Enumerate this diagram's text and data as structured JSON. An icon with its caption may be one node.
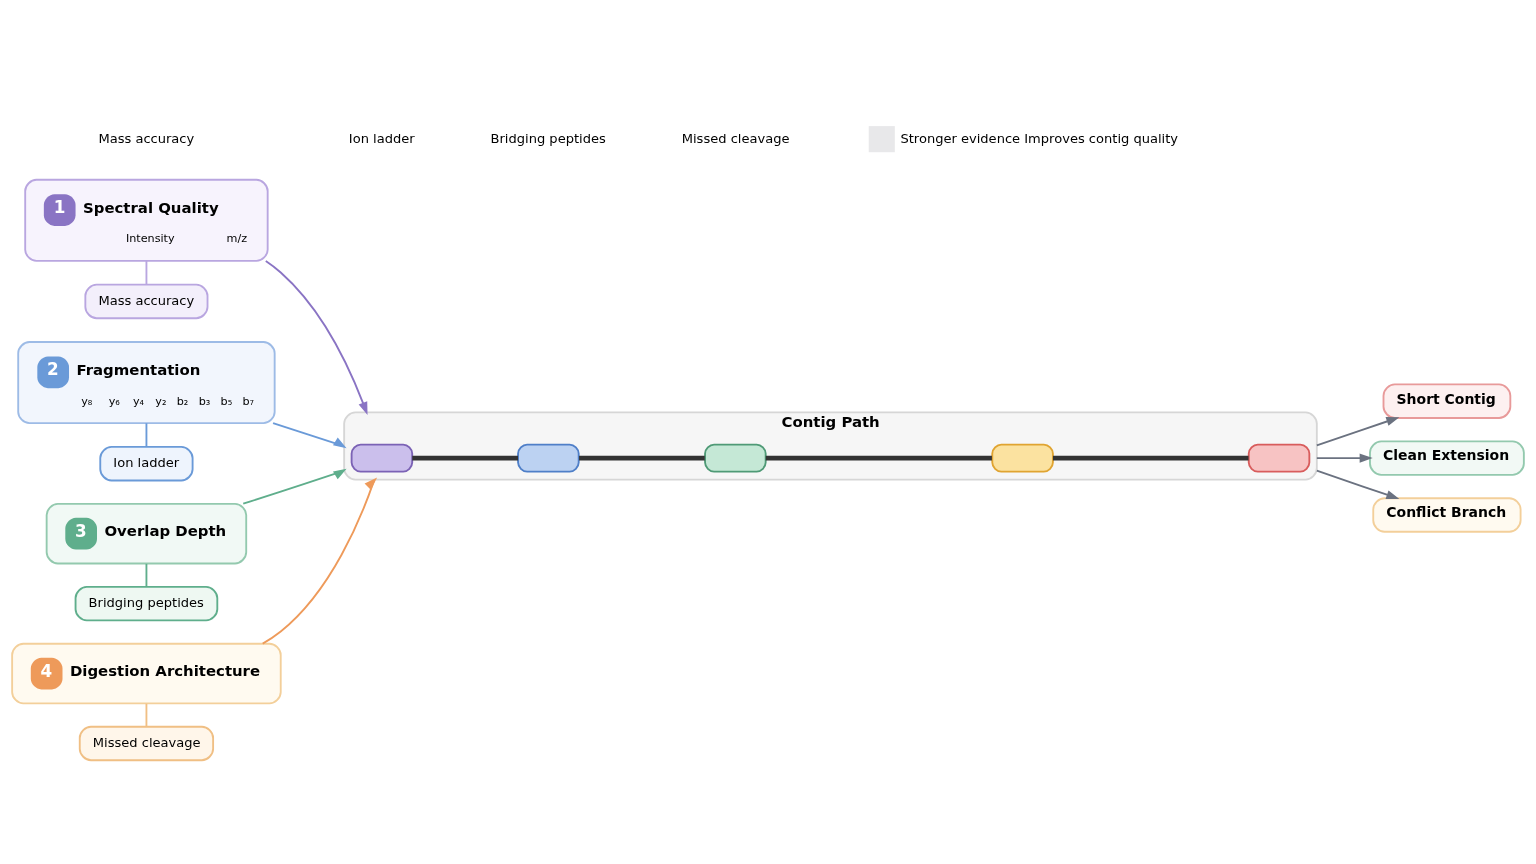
{
  "diagram": {
    "nodes": [
      {
        "text": [
          "1",
          "Spectral Quality",
          "Intensity",
          "m/z"
        ]
      },
      {
        "text": [
          "Mass accuracy"
        ]
      },
      {
        "text": [
          "2",
          "Fragmentation",
          "y₈",
          "y₆",
          "y₄",
          "y₂",
          "b₂",
          "b₃",
          "b₅",
          "b₇"
        ]
      },
      {
        "text": [
          "Ion ladder"
        ]
      },
      {
        "text": [
          "Contig Path"
        ]
      },
      {
        "text": [],
        "shape": "box",
        "in": 4
      },
      {
        "text": [],
        "shape": "box",
        "in": 4
      },
      {
        "text": [],
        "shape": "box",
        "in": 4
      },
      {
        "text": [],
        "shape": "box",
        "in": 4
      },
      {
        "text": [],
        "shape": "box",
        "in": 4
      },
      {
        "text": [
          "3",
          "Overlap Depth"
        ]
      },
      {
        "text": [
          "Bridging peptides"
        ]
      },
      {
        "text": [
          "4",
          "Digestion Architecture"
        ]
      },
      {
        "text": [
          "Missed cleavage"
        ]
      },
      {
        "text": [
          "Short Contig"
        ]
      },
      {
        "text": [
          "Clean Extension"
        ]
      },
      {
        "text": [
          "Conflict Branch"
        ]
      }
    ],
    "edges": [
      {
        "from": 0,
        "to": 1,
        "arrow": "none",
        "color": "#b9a6e0"
      },
      {
        "from": 2,
        "to": 3,
        "arrow": "none",
        "color": "#6a9ad8"
      },
      {
        "from": 10,
        "to": 11,
        "arrow": "none",
        "color": "#5fae8c"
      },
      {
        "from": 12,
        "to": 13,
        "arrow": "none",
        "color": "#f0bf84"
      },
      {
        "from": 5,
        "to": 6,
        "arrow": "none",
        "style": "thick",
        "color": "#333333"
      },
      {
        "from": 6,
        "to": 7,
        "arrow": "none",
        "style": "thick",
        "color": "#333333"
      },
      {
        "from": 7,
        "to": 8,
        "arrow": "none",
        "style": "thick",
        "color": "#333333"
      },
      {
        "from": 8,
        "to": 9,
        "arrow": "none",
        "style": "thick",
        "color": "#333333"
      },
      {
        "from": 0,
        "to": 4,
        "arrow": "to",
        "color": "#8a74c4"
      },
      {
        "from": 2,
        "to": 4,
        "arrow": "to",
        "color": "#6a9ad8"
      },
      {
        "from": 10,
        "to": 4,
        "arrow": "to",
        "color": "#5fae8c"
      },
      {
        "from": 12,
        "to": 4,
        "arrow": "to",
        "color": "#ee9a5a"
      },
      {
        "from": 4,
        "to": 14,
        "arrow": "to"
      },
      {
        "from": 4,
        "to": 15,
        "arrow": "to"
      },
      {
        "from": 4,
        "to": 16,
        "arrow": "to"
      }
    ],
    "legend": [
      {
        "text": "Mass accuracy"
      },
      {
        "text": "Ion ladder"
      },
      {
        "text": "Bridging peptides"
      },
      {
        "text": "Missed cleavage"
      },
      {
        "text": "Stronger evidence Improves contig quality",
        "color": "#e8e8ea"
      }
    ]
  }
}
